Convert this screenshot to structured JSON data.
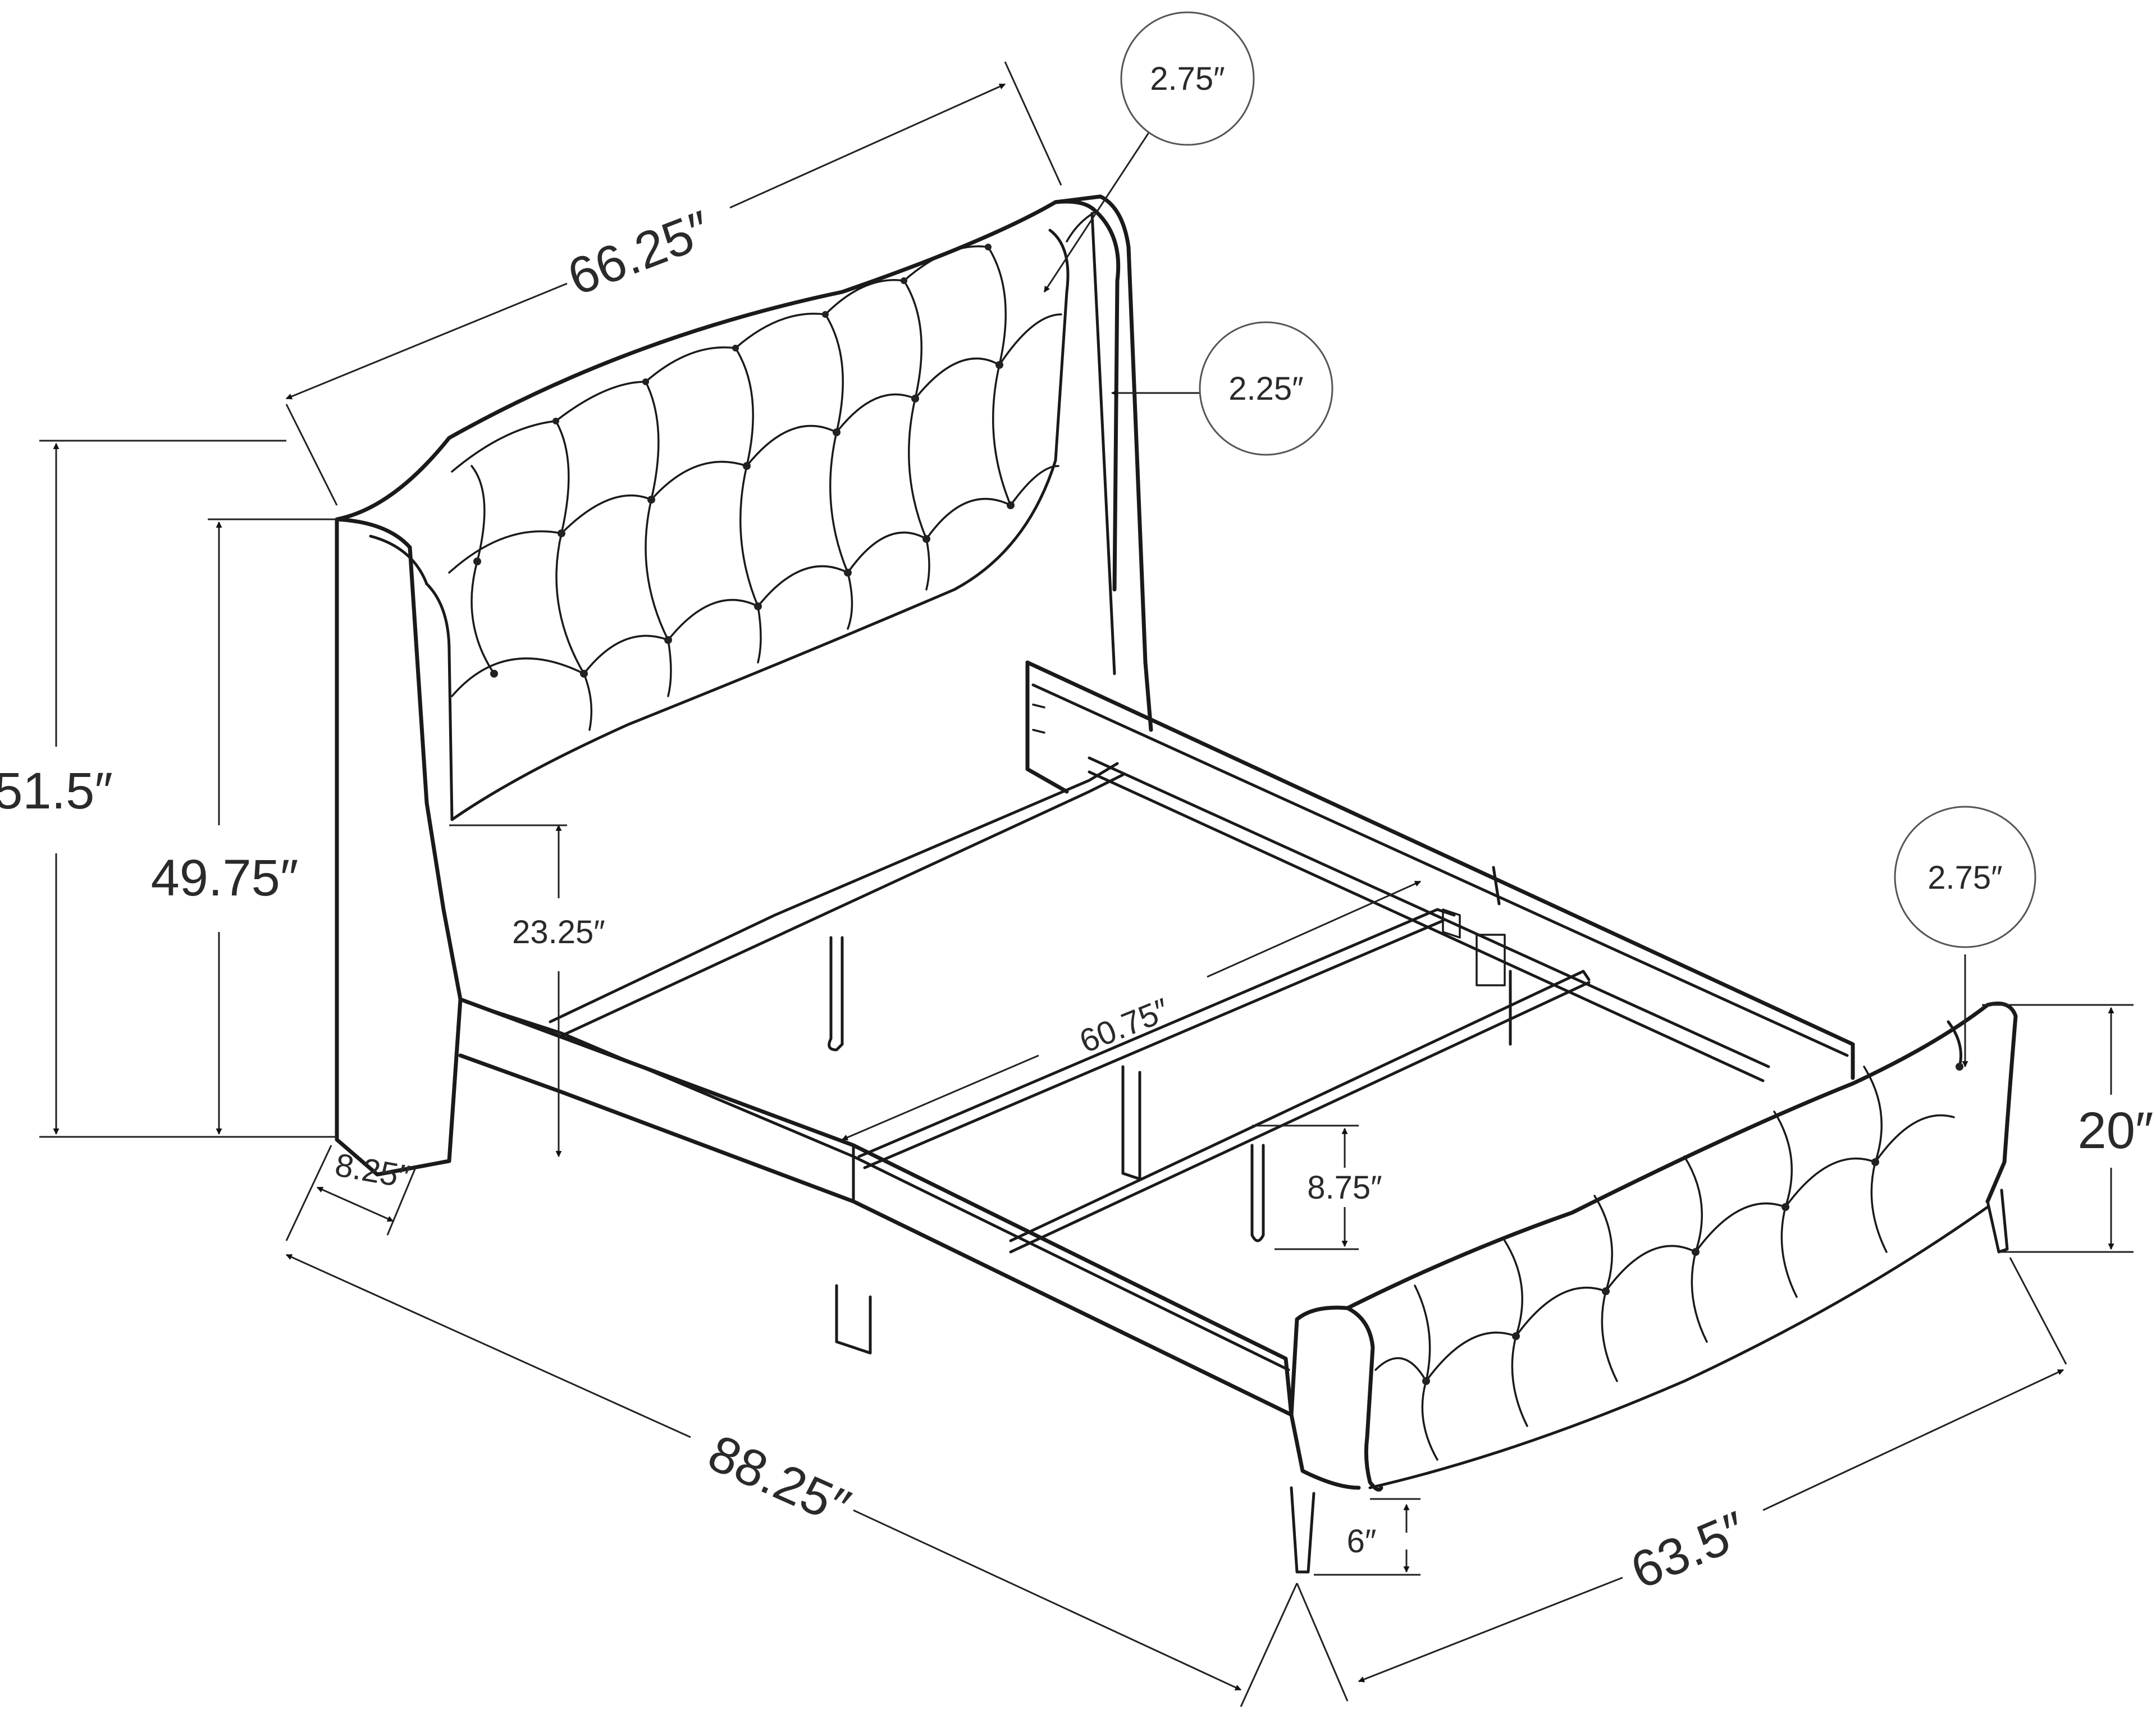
{
  "dimensions": {
    "headboard_width": "66.25″",
    "wing_top_thickness": "2.75″",
    "wing_side_thickness": "2.25″",
    "overall_height": "51.5″",
    "headboard_height": "49.75″",
    "under_headboard_clearance": "23.25″",
    "inner_width": "60.75″",
    "footboard_thickness": "2.75″",
    "footboard_height": "20″",
    "rail_clearance": "8.75″",
    "headboard_depth": "8.25″",
    "overall_length": "88.25″",
    "overall_width": "63.5″",
    "leg_height": "6″"
  }
}
